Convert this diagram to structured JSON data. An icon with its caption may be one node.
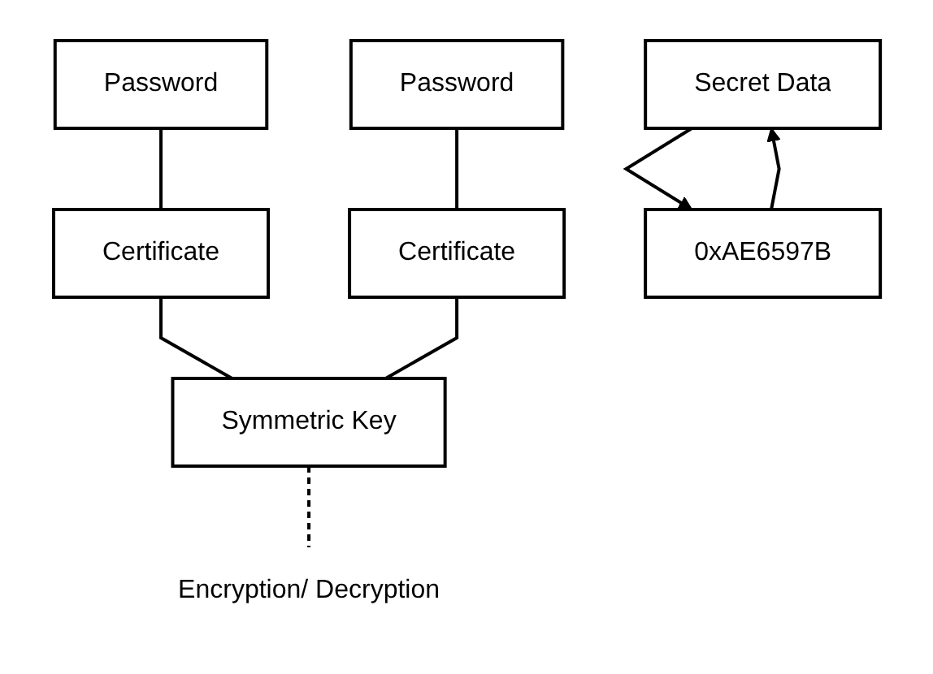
{
  "diagram": {
    "nodes": [
      {
        "text": [
          "Password"
        ]
      },
      {
        "text": [
          "Password"
        ]
      },
      {
        "text": [
          "Certificate"
        ]
      },
      {
        "text": [
          "Certificate"
        ]
      },
      {
        "text": [
          "Secret Data"
        ]
      },
      {
        "text": [
          "Symmetric Key"
        ]
      },
      {
        "text": [
          "0xAE6597B"
        ]
      },
      {
        "text": [
          "Encryption/ Decryption"
        ]
      }
    ],
    "edges": [
      {
        "from": 0,
        "to": 2,
        "arrow": "none"
      },
      {
        "from": 1,
        "to": 3,
        "arrow": "none"
      },
      {
        "from": 2,
        "to": 5,
        "arrow": "none"
      },
      {
        "from": 3,
        "to": 5,
        "arrow": "none"
      },
      {
        "from": 4,
        "to": 6,
        "arrow": "to"
      },
      {
        "from": 6,
        "to": 4,
        "arrow": "to"
      },
      {
        "from": 5,
        "to": 7,
        "arrow": "none",
        "style": "dashed"
      }
    ]
  }
}
